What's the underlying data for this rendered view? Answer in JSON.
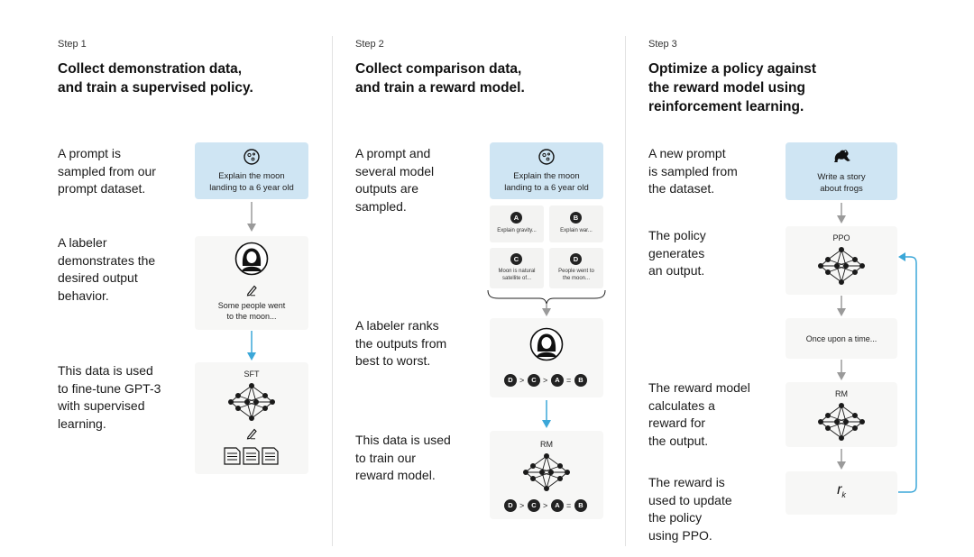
{
  "steps": [
    {
      "label": "Step 1",
      "title": "Collect demonstration data,\nand train a supervised policy.",
      "descriptions": [
        "A prompt is\nsampled from our\nprompt dataset.",
        "A labeler\ndemonstrates the\ndesired output\nbehavior.",
        "This data is used\nto fine-tune GPT-3\nwith supervised\nlearning."
      ],
      "prompt_text": "Explain the moon\nlanding to a 6 year old",
      "demo_text": "Some people went\nto the moon...",
      "model_label": "SFT"
    },
    {
      "label": "Step 2",
      "title": "Collect comparison data,\nand train a reward model.",
      "descriptions": [
        "A prompt and\nseveral model\noutputs are\nsampled.",
        "A labeler ranks\nthe outputs from\nbest to worst.",
        "This data is used\nto train our\nreward model."
      ],
      "prompt_text": "Explain the moon\nlanding to a 6 year old",
      "outputs": [
        {
          "badge": "A",
          "text": "Explain gravity..."
        },
        {
          "badge": "B",
          "text": "Explain war..."
        },
        {
          "badge": "C",
          "text": "Moon is natural\nsatellite of..."
        },
        {
          "badge": "D",
          "text": "People went to\nthe moon..."
        }
      ],
      "ranking": [
        "D",
        ">",
        "C",
        ">",
        "A",
        "=",
        "B"
      ],
      "model_label": "RM"
    },
    {
      "label": "Step 3",
      "title": "Optimize a policy against\nthe reward model using\nreinforcement learning.",
      "descriptions": [
        "A new prompt\nis sampled from\nthe dataset.",
        "The policy\ngenerates\nan output.",
        "The reward model\ncalculates a\nreward for\nthe output.",
        "The reward is\nused to update\nthe policy\nusing PPO."
      ],
      "prompt_text": "Write a story\nabout frogs",
      "policy_label": "PPO",
      "output_text": "Once upon a time...",
      "model_label": "RM",
      "reward_symbol": "r",
      "reward_subscript": "k"
    }
  ],
  "colors": {
    "prompt_bg": "#cfe5f3",
    "card_bg": "#f7f7f6",
    "arrow_gray": "#9a9a9a",
    "arrow_blue": "#3ba7d8",
    "node": "#1a1a1a"
  },
  "icons": [
    "moon-icon",
    "frog-icon",
    "labeler-avatar-icon",
    "pencil-icon",
    "document-icon",
    "neural-network-icon"
  ]
}
